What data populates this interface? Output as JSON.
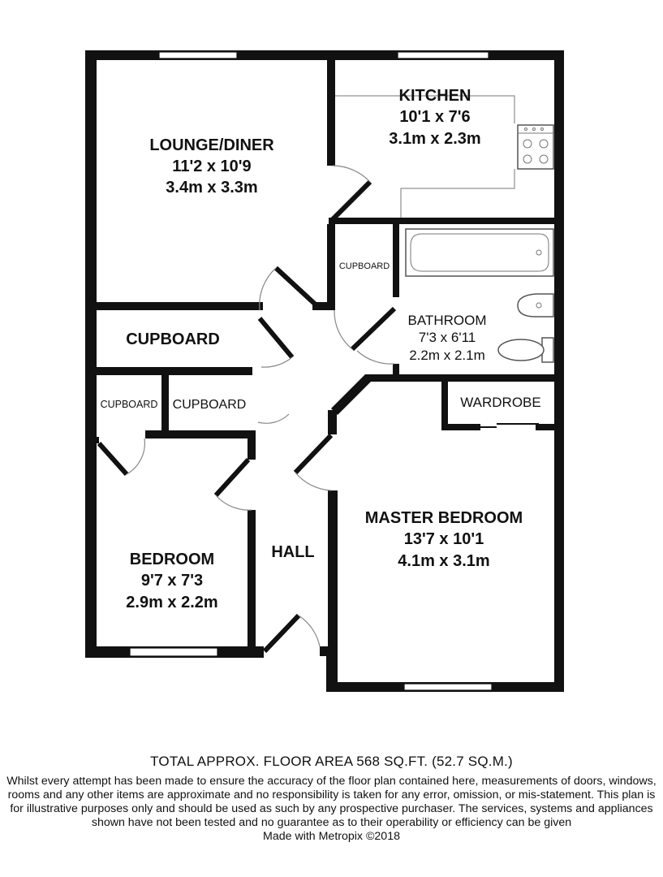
{
  "rooms": {
    "lounge": {
      "name": "LOUNGE/DINER",
      "imperial": "11'2 x 10'9",
      "metric": "3.4m x 3.3m"
    },
    "kitchen": {
      "name": "KITCHEN",
      "imperial": "10'1 x 7'6",
      "metric": "3.1m x 2.3m"
    },
    "bathroom": {
      "name": "BATHROOM",
      "imperial": "7'3 x 6'11",
      "metric": "2.2m x 2.1m"
    },
    "master": {
      "name": "MASTER BEDROOM",
      "imperial": "13'7 x 10'1",
      "metric": "4.1m x 3.1m"
    },
    "bedroom": {
      "name": "BEDROOM",
      "imperial": "9'7 x 7'3",
      "metric": "2.9m x 2.2m"
    },
    "hall": {
      "name": "HALL"
    },
    "cupboard_large": {
      "name": "CUPBOARD"
    },
    "cupboard_mid": {
      "name": "CUPBOARD"
    },
    "cupboard_small": {
      "name": "CUPBOARD"
    },
    "cupboard_bath": {
      "name": "CUPBOARD"
    },
    "wardrobe": {
      "name": "WARDROBE"
    }
  },
  "footer": {
    "total_area": "TOTAL APPROX. FLOOR AREA 568 SQ.FT. (52.7 SQ.M.)",
    "disclaimer": "Whilst every attempt has been made to ensure the accuracy of the floor plan contained here, measurements of doors, windows, rooms and any other items are approximate and no responsibility is taken for any error, omission, or mis-statement. This plan is for illustrative purposes only and should be used as such by any prospective purchaser. The services, systems and appliances shown have not been tested and no guarantee as to their operability or efficiency can be given",
    "credit": "Made with Metropix ©2018"
  }
}
